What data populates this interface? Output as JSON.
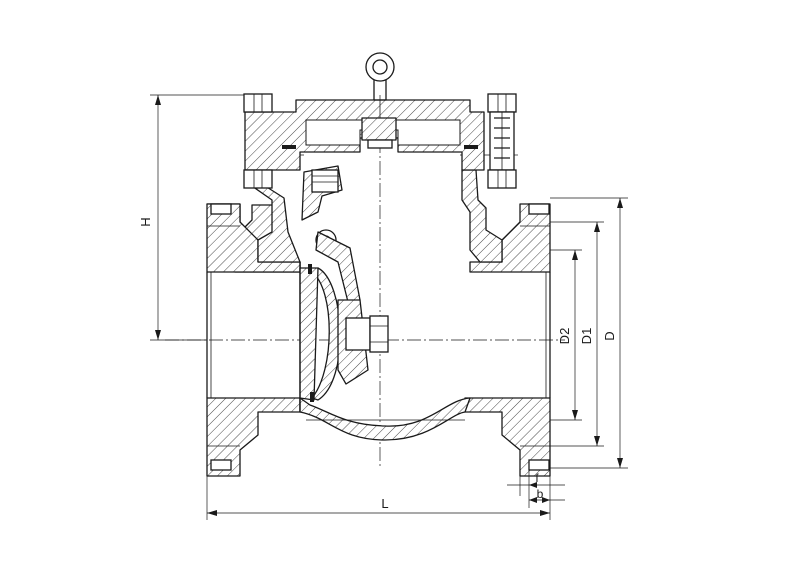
{
  "drawing": {
    "type": "swing check valve cross-section",
    "dimension_labels": {
      "H": "H",
      "L": "L",
      "D": "D",
      "D1": "D1",
      "D2": "D2",
      "f": "f",
      "b": "b"
    }
  }
}
